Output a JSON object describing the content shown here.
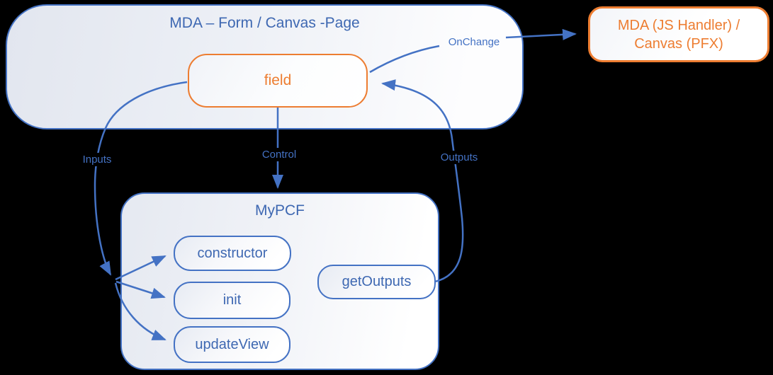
{
  "colors": {
    "blue": "#4472C4",
    "orange": "#ED7D31"
  },
  "mda_box": {
    "title": "MDA – Form / Canvas -Page"
  },
  "field_box": {
    "label": "field"
  },
  "handler_box": {
    "line1": "MDA (JS Handler) /",
    "line2": "Canvas (PFX)"
  },
  "mypcf_box": {
    "title": "MyPCF",
    "methods": [
      "constructor",
      "init",
      "updateView"
    ],
    "output_method": "getOutputs"
  },
  "labels": {
    "inputs": "Inputs",
    "control": "Control",
    "outputs": "Outputs",
    "onchange": "OnChange"
  }
}
